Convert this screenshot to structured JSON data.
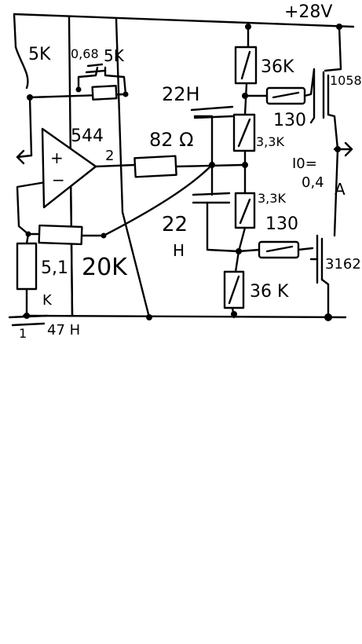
{
  "supply_label": "+28V",
  "labels": {
    "pot_left": "5K",
    "cap_top": "0,68",
    "pot_right": "5K",
    "opamp_part": "544",
    "opamp_pin": "2",
    "opamp_plus": "+",
    "opamp_minus": "−",
    "r_82": "82 Ω",
    "r_36k_top": "36K",
    "cap_22h_top": "22H",
    "r_130_top": "130",
    "r_3k3_top": "3,3K",
    "transistor_top": "1058",
    "output_eq": "I0=",
    "output_val": "0,4",
    "output_unit": "A",
    "r_3k3_bot": "3,3K",
    "r_130_bot": "130",
    "cap_22h_bot_a": "22",
    "cap_22h_bot_b": "H",
    "transistor_bot": "3162",
    "r_36k_bot": "36 K",
    "r_20k": "20K",
    "r_5k1_a": "5,1",
    "r_5k1_b": "K",
    "cap_47h": "47 H",
    "battery_mark": "1"
  }
}
